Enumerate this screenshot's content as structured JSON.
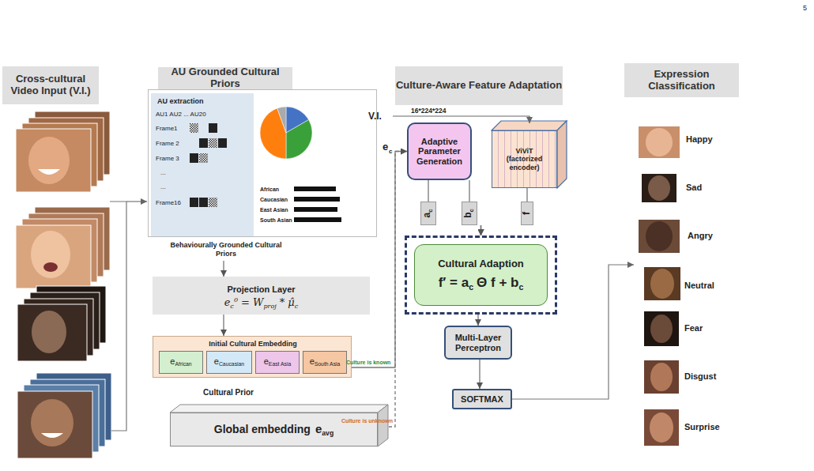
{
  "diagram": {
    "nodes": [
      {
        "text": [
          "Cross-cultural Video Input (V.I.)"
        ]
      },
      {
        "text": [
          "AU Grounded Cultural Priors"
        ]
      },
      {
        "text": [
          "Culture-Aware Feature Adaptation"
        ]
      },
      {
        "text": [
          "Expression Classification"
        ]
      },
      {
        "text": [
          "African",
          "Caucasian",
          "East Asian",
          "South Asian",
          "Behaviourally Grounded Cultural Priors"
        ]
      },
      {
        "text": [
          "AU extraction",
          "AU1 AU2 ... AU20",
          "Frame1",
          "Frame 2",
          "Frame 3",
          "...",
          "...",
          "Frame16"
        ],
        "in": 4
      },
      {
        "text": [
          "Projection Layer",
          "e",
          "c",
          "0",
          "= W",
          "proj",
          "* μ̂",
          "c"
        ]
      },
      {
        "text": [
          "Initial Cultural Embedding",
          "Cultural Prior"
        ]
      },
      {
        "text": [
          "e",
          "African"
        ],
        "in": 7
      },
      {
        "text": [
          "e",
          "Caucasian"
        ],
        "in": 7
      },
      {
        "text": [
          "e",
          "East Asia"
        ],
        "in": 7
      },
      {
        "text": [
          "e",
          "South Asia"
        ],
        "in": 7
      },
      {
        "text": [
          "Global embedding",
          "e",
          "avg"
        ]
      },
      {
        "text": [
          "Adaptive Parameter Generation"
        ]
      },
      {
        "text": [
          "ViViT",
          "(factorized encoder)"
        ]
      },
      {
        "text": [
          "a",
          "c"
        ]
      },
      {
        "text": [
          "b",
          "c"
        ]
      },
      {
        "text": [
          "f"
        ]
      },
      {
        "text": [
          "Cultural Adaption",
          "f′ = a",
          "c",
          "Θ f + b",
          "c"
        ]
      },
      {
        "text": [
          "Multi-Layer Perceptron"
        ]
      },
      {
        "text": [
          "SOFTMAX"
        ]
      }
    ],
    "edges": [
      {
        "from": 4,
        "to": 6,
        "arrow": "to"
      },
      {
        "from": 6,
        "to": 7,
        "arrow": "to"
      },
      {
        "from": 7,
        "to": 13,
        "label": "Culture is known",
        "arrow": "to"
      },
      {
        "from": 12,
        "to": 13,
        "label": "Culture is unknown",
        "arrow": "to"
      },
      {
        "from": 13,
        "to": 15,
        "arrow": "none"
      },
      {
        "from": 15,
        "to": 18,
        "arrow": "to"
      },
      {
        "from": 13,
        "to": 16,
        "arrow": "none"
      },
      {
        "from": 16,
        "to": 18,
        "arrow": "to"
      },
      {
        "from": 14,
        "to": 17,
        "arrow": "none"
      },
      {
        "from": 17,
        "to": 18,
        "arrow": "to"
      },
      {
        "from": 18,
        "to": 19,
        "arrow": "to"
      },
      {
        "from": 19,
        "to": 20,
        "arrow": "to"
      }
    ],
    "labels": [
      "5",
      "V.I.",
      "16*224*224",
      "e",
      "c",
      "Happy",
      "Sad",
      "Angry",
      "Neutral",
      "Fear",
      "Disgust",
      "Surprise"
    ]
  }
}
